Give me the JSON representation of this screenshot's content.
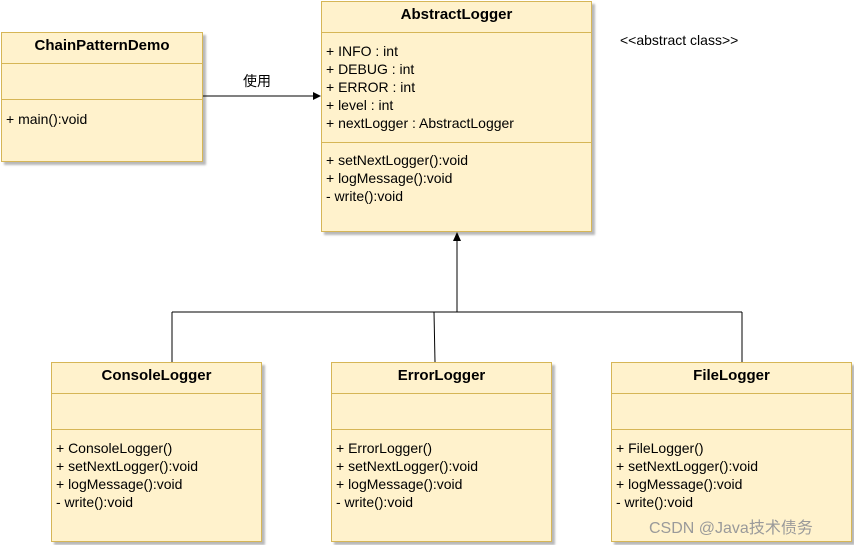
{
  "classes": {
    "demo": {
      "name": "ChainPatternDemo",
      "attributes": [],
      "methods": [
        "+ main():void"
      ]
    },
    "abstract_logger": {
      "name": "AbstractLogger",
      "attributes": [
        "+ INFO : int",
        "+ DEBUG : int",
        "+ ERROR : int",
        "+ level : int",
        "+ nextLogger : AbstractLogger"
      ],
      "methods": [
        "+ setNextLogger():void",
        "+ logMessage():void",
        "- write():void"
      ]
    },
    "console_logger": {
      "name": "ConsoleLogger",
      "attributes": [],
      "methods": [
        "+ ConsoleLogger()",
        "+ setNextLogger():void",
        "+ logMessage():void",
        "- write():void"
      ]
    },
    "error_logger": {
      "name": "ErrorLogger",
      "attributes": [],
      "methods": [
        "+ ErrorLogger()",
        "+ setNextLogger():void",
        "+ logMessage():void",
        "- write():void"
      ]
    },
    "file_logger": {
      "name": "FileLogger",
      "attributes": [],
      "methods": [
        "+ FileLogger()",
        "+ setNextLogger():void",
        "+ logMessage():void",
        "- write():void"
      ]
    }
  },
  "stereotype": "<<abstract class>>",
  "use_label": "使用",
  "watermark": "CSDN @Java技术债务",
  "colors": {
    "fill": "#fff2cc",
    "stroke": "#d6b656",
    "line": "#000000"
  }
}
